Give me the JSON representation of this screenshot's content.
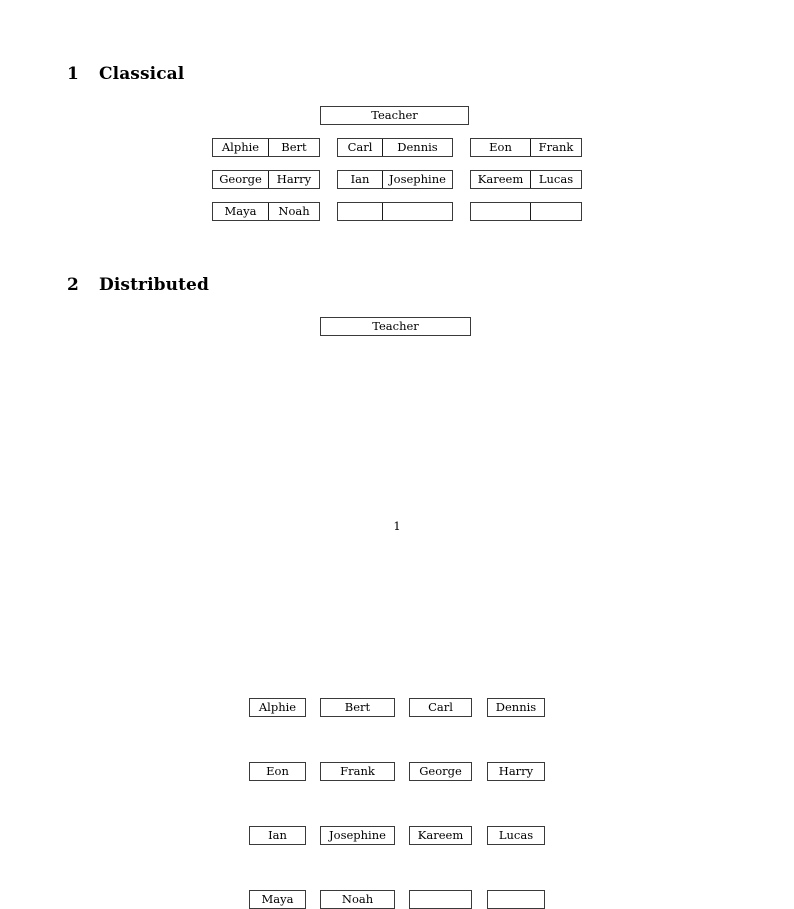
{
  "page": {
    "number": "1"
  },
  "sections": [
    {
      "number": "1",
      "title": "Classical",
      "teacher": {
        "label": "Teacher"
      },
      "rows": [
        {
          "groups": [
            {
              "cells": [
                {
                  "label": "Alphie"
                },
                {
                  "label": "Bert"
                }
              ]
            },
            {
              "cells": [
                {
                  "label": "Carl"
                },
                {
                  "label": "Dennis"
                }
              ]
            },
            {
              "cells": [
                {
                  "label": "Eon"
                },
                {
                  "label": "Frank"
                }
              ]
            }
          ]
        },
        {
          "groups": [
            {
              "cells": [
                {
                  "label": "George"
                },
                {
                  "label": "Harry"
                }
              ]
            },
            {
              "cells": [
                {
                  "label": "Ian"
                },
                {
                  "label": "Josephine"
                }
              ]
            },
            {
              "cells": [
                {
                  "label": "Kareem"
                },
                {
                  "label": "Lucas"
                }
              ]
            }
          ]
        },
        {
          "groups": [
            {
              "cells": [
                {
                  "label": "Maya"
                },
                {
                  "label": "Noah"
                }
              ]
            },
            {
              "cells": [
                {
                  "label": ""
                },
                {
                  "label": ""
                }
              ]
            },
            {
              "cells": [
                {
                  "label": ""
                },
                {
                  "label": ""
                }
              ]
            }
          ]
        }
      ]
    },
    {
      "number": "2",
      "title": "Distributed",
      "teacher": {
        "label": "Teacher"
      },
      "rows": [
        {
          "cells": [
            {
              "label": "Alphie"
            },
            {
              "label": "Bert"
            },
            {
              "label": "Carl"
            },
            {
              "label": "Dennis"
            }
          ]
        },
        {
          "cells": [
            {
              "label": "Eon"
            },
            {
              "label": "Frank"
            },
            {
              "label": "George"
            },
            {
              "label": "Harry"
            }
          ]
        },
        {
          "cells": [
            {
              "label": "Ian"
            },
            {
              "label": "Josephine"
            },
            {
              "label": "Kareem"
            },
            {
              "label": "Lucas"
            }
          ]
        },
        {
          "cells": [
            {
              "label": "Maya"
            },
            {
              "label": "Noah"
            },
            {
              "label": ""
            },
            {
              "label": ""
            }
          ]
        }
      ]
    }
  ]
}
